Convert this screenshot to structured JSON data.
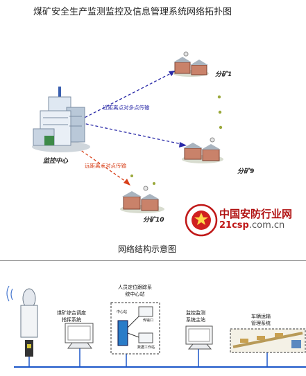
{
  "title": "煤矿安全生产监测监控及信息管理系统网络拓扑图",
  "topology": {
    "center_label": "监控中心",
    "nodes": [
      {
        "label": "分矿1"
      },
      {
        "label": "分矿9"
      },
      {
        "label": "分矿10"
      }
    ],
    "links": [
      {
        "label": "近距离点对多点传输",
        "color": "#2a2aa8"
      },
      {
        "label": "远距离点对点传输",
        "color": "#d8401a"
      }
    ]
  },
  "watermark": {
    "name": "中国安防行业网",
    "url_main": "21csp",
    "url_suffix": ".com.cn"
  },
  "caption": "网络结构示意图",
  "network": {
    "systems": [
      {
        "line1": "煤矿综合调度",
        "line2": "指挥系统"
      },
      {
        "line1": "人员定位跟踪系",
        "line2": "统中心站"
      },
      {
        "line1": "监控监测",
        "line2": "系统主站"
      },
      {
        "line1": "车辆运输",
        "line2": "管理系统"
      }
    ],
    "small_labels": [
      "中心站",
      "传输口",
      "数据工作站"
    ]
  },
  "colors": {
    "blue_link": "#2a2aa8",
    "red_link": "#d8401a",
    "network_line": "#1a55c8",
    "watermark_red": "#b01010"
  }
}
